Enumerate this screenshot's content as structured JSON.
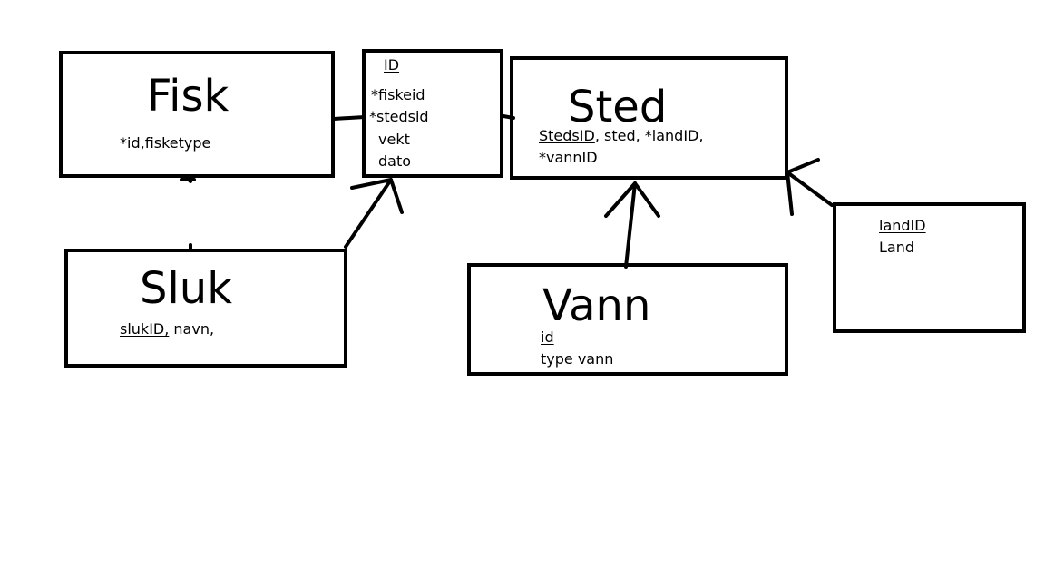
{
  "entities": {
    "fisk": {
      "title": "Fisk",
      "attributes": "*id,fisketype"
    },
    "fangst": {
      "pk": "ID",
      "fields": [
        "*fiskeid",
        "*stedsid",
        "vekt",
        "dato"
      ]
    },
    "sted": {
      "title": "Sted",
      "pk": "StedsID",
      "attrs_rest": ", sted, *landID,",
      "attrs_line2": "*vannID"
    },
    "sluk": {
      "title": "Sluk",
      "pk": "slukID,",
      "attrs_rest": " navn,"
    },
    "vann": {
      "title": "Vann",
      "pk": "id",
      "attrs": "type vann"
    },
    "land": {
      "pk": "landID",
      "attrs": "Land"
    }
  },
  "colors": {
    "ink": "#000000",
    "background": "#ffffff"
  }
}
